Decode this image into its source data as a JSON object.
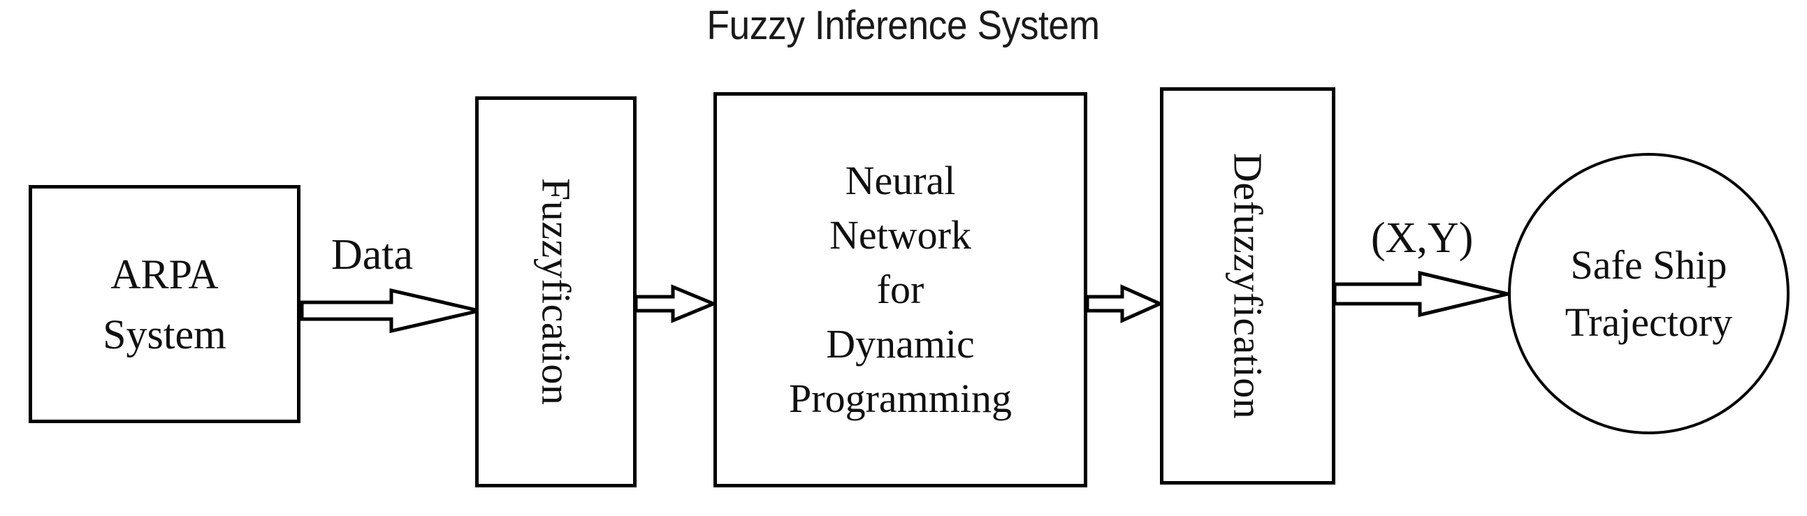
{
  "diagram": {
    "title": "Fuzzy Inference System",
    "type": "flowchart",
    "orientation": "left-to-right",
    "colors": {
      "stroke": "#000000",
      "fill": "#ffffff",
      "text": "#101010",
      "background": "#ffffff"
    },
    "nodes": [
      {
        "id": "arpa-system",
        "label": "ARPA\nSystem",
        "shape": "rectangle",
        "text_orientation": "horizontal"
      },
      {
        "id": "fuzzyfication",
        "label": "Fuzzyfication",
        "shape": "rectangle",
        "text_orientation": "vertical"
      },
      {
        "id": "neural-network",
        "label": "Neural\nNetwork\nfor\nDynamic\nProgramming",
        "shape": "rectangle",
        "text_orientation": "horizontal"
      },
      {
        "id": "defuzzyfication",
        "label": "Defuzzyfication",
        "shape": "rectangle",
        "text_orientation": "vertical"
      },
      {
        "id": "safe-ship-trajectory",
        "label": "Safe Ship\nTrajectory",
        "shape": "circle",
        "text_orientation": "horizontal"
      }
    ],
    "edges": [
      {
        "id": "edge-arpa-to-fuzzyfication",
        "from": "arpa-system",
        "to": "fuzzyfication",
        "label": "Data",
        "style": "hollow-block-arrow"
      },
      {
        "id": "edge-fuzzyfication-to-neural-network",
        "from": "fuzzyfication",
        "to": "neural-network",
        "label": "",
        "style": "hollow-block-arrow"
      },
      {
        "id": "edge-neural-network-to-defuzzyfication",
        "from": "neural-network",
        "to": "defuzzyfication",
        "label": "",
        "style": "hollow-block-arrow"
      },
      {
        "id": "edge-defuzzyfication-to-safe-ship",
        "from": "defuzzyfication",
        "to": "safe-ship-trajectory",
        "label": "(X,Y)",
        "style": "hollow-block-arrow"
      }
    ]
  }
}
